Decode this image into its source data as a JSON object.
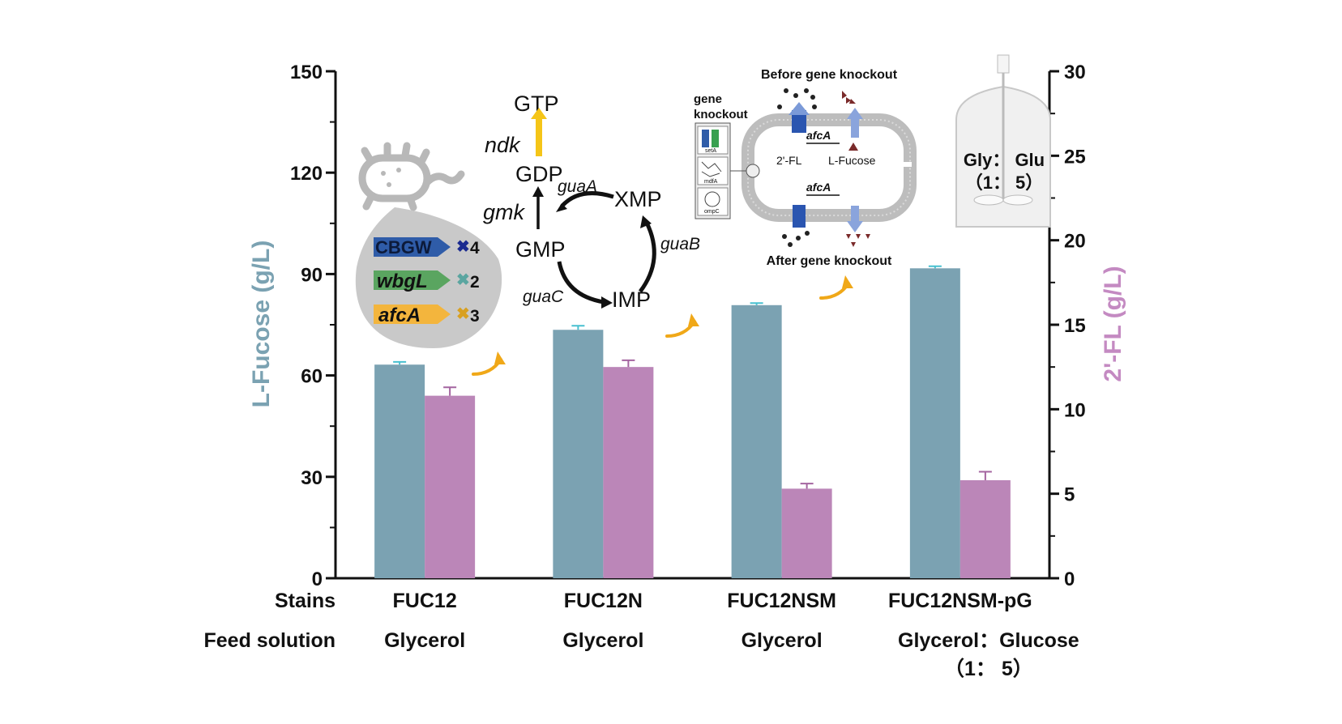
{
  "chart_data": {
    "type": "bar",
    "categories": [
      "FUC12",
      "FUC12N",
      "FUC12NSM",
      "FUC12NSM-pG"
    ],
    "feed": [
      "Glycerol",
      "Glycerol",
      "Glycerol",
      "Glycerol：Glucose"
    ],
    "feed_sub": [
      "",
      "",
      "",
      "（1： 5）"
    ],
    "row_labels": {
      "strains": "Stains",
      "feed": "Feed solution"
    },
    "series": [
      {
        "name": "L-Fucose",
        "axis": "left",
        "values": [
          63.2,
          73.5,
          80.8,
          91.7
        ],
        "errors": [
          0.8,
          1.2,
          0.6,
          0.6
        ],
        "color": "#7ba2b2"
      },
      {
        "name": "2'-FL",
        "axis": "right",
        "values": [
          10.8,
          12.5,
          5.3,
          5.8
        ],
        "errors": [
          0.5,
          0.4,
          0.3,
          0.5
        ],
        "color": "#bb86b8"
      }
    ],
    "ylabel": "L-Fucose (g/L)",
    "ylabel_right": "2'-FL (g/L)",
    "ylim": [
      0,
      150
    ],
    "ylim_right": [
      0,
      30
    ],
    "yticks": [
      "0",
      "30",
      "60",
      "90",
      "120",
      "150"
    ],
    "yticks_right": [
      "0",
      "5",
      "10",
      "15",
      "20",
      "25",
      "30"
    ],
    "grid": false,
    "error_color_left": "#48c0d0",
    "error_color_right": "#a465a0",
    "arrow_color": "#f0a818"
  },
  "insets": {
    "gene_cassette": [
      {
        "label": "CBGW",
        "copies": "4",
        "color": "#2f5ca8"
      },
      {
        "label": "wbgL",
        "copies": "2",
        "color": "#5aa560"
      },
      {
        "label": "afcA",
        "copies": "3",
        "color": "#f3b53d"
      }
    ],
    "pathway": {
      "nodes": [
        "GTP",
        "GDP",
        "GMP",
        "XMP",
        "IMP"
      ],
      "enzymes": [
        "ndk",
        "gmk",
        "guaA",
        "guaB",
        "guaC"
      ]
    },
    "knockout": {
      "top_label": "Before gene knockout",
      "bottom_label": "After gene knockout",
      "side_label": [
        "gene",
        "knockout"
      ],
      "gene": "afcA",
      "products": [
        "2'-FL",
        "L-Fucose"
      ],
      "transporters": [
        "setA",
        "mdfA",
        "ompC"
      ]
    },
    "fermenter": {
      "line1": "Gly： Glu",
      "line2": "（1： 5）"
    }
  }
}
